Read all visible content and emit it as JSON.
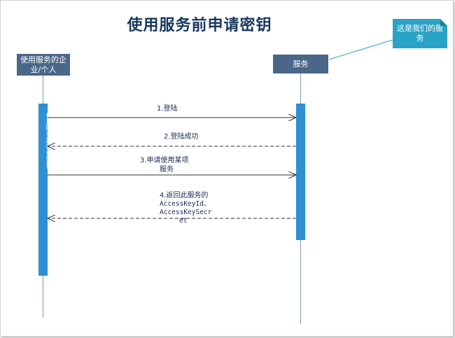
{
  "title": "使用服务前申请密钥",
  "actors": {
    "left": "使用服务的企业/个人",
    "right": "服务"
  },
  "note": "这是我们的服务",
  "activation_label": "使用服务前申请密钥",
  "messages": [
    {
      "id": 1,
      "text": "1.登陆",
      "direction": "right",
      "style": "solid"
    },
    {
      "id": 2,
      "text": "2.登陆成功",
      "direction": "left",
      "style": "dashed"
    },
    {
      "id": 3,
      "lines": [
        "3.申请使用某项",
        "服务"
      ],
      "direction": "right",
      "style": "solid"
    },
    {
      "id": 4,
      "lines": [
        "4.返回此服务的",
        "AccessKeyId、",
        "AccessKeySecr",
        "et"
      ],
      "direction": "left",
      "style": "dashed"
    }
  ],
  "colors": {
    "title": "#17375e",
    "actor_box": "#4a6788",
    "activation_bar": "#2e8fd3",
    "note_box": "#2aa3c5",
    "lifeline": "#7a96b0",
    "arrow": "#333333"
  }
}
